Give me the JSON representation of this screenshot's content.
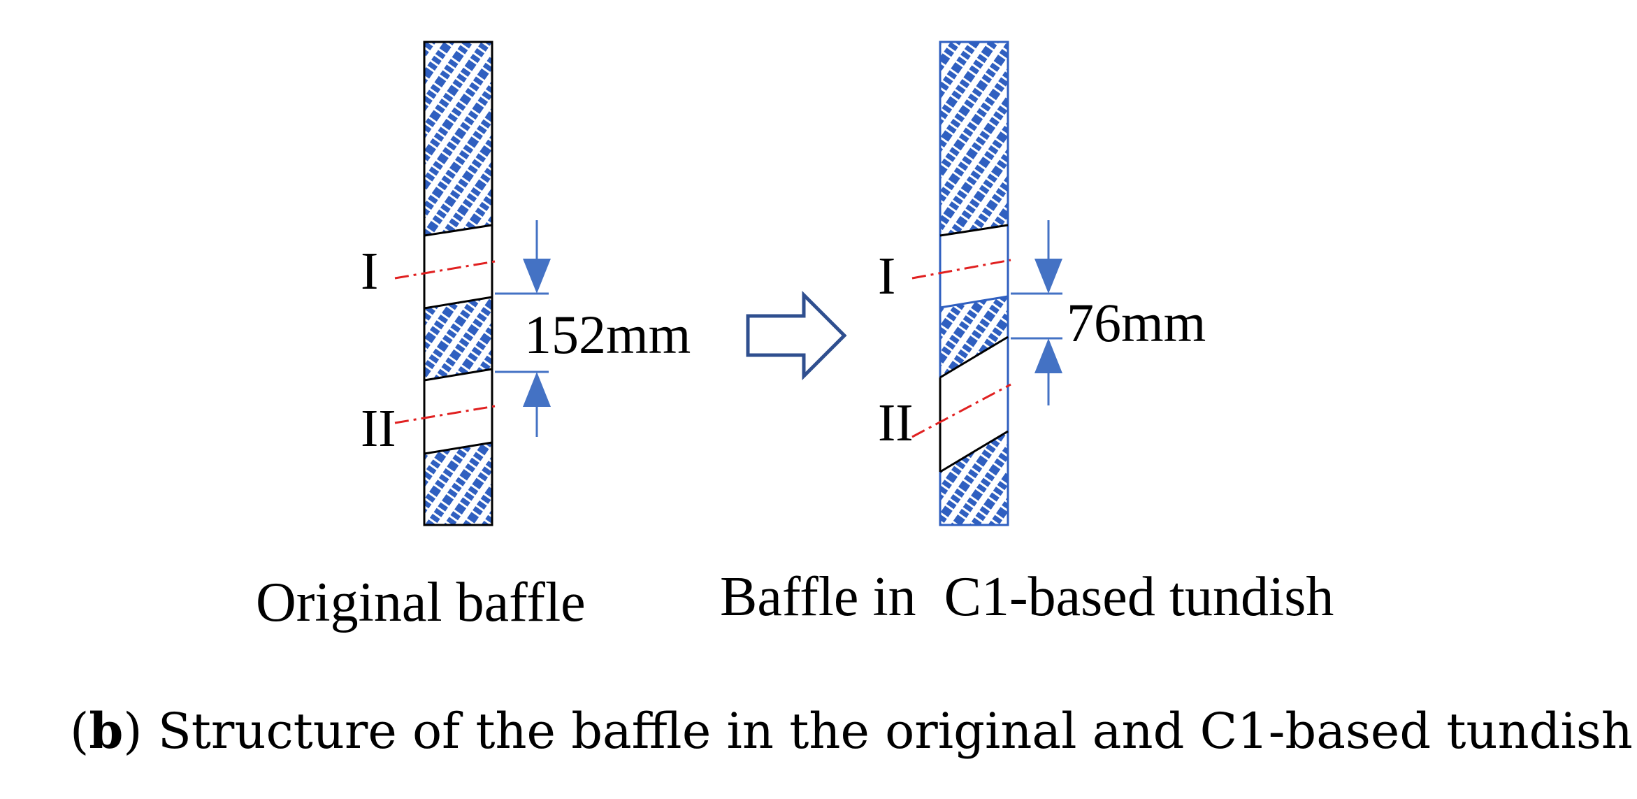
{
  "colors": {
    "hatch": "#2f5fc0",
    "outline_left": "#000000",
    "outline_right": "#2f5fc0",
    "dim_arrow": "#4472c4",
    "center_line": "#e02020",
    "big_arrow": "#2f4f8f"
  },
  "left": {
    "hole_1_label": "I",
    "hole_2_label": "II",
    "dimension": "152mm",
    "name": "Original baffle"
  },
  "right": {
    "hole_1_label": "I",
    "hole_2_label": "II",
    "dimension": "76mm",
    "name": "Baffle in  C1-based tundish"
  },
  "caption": {
    "panel": "b",
    "open_paren": "(",
    "text": ") Structure of the baffle in the original and C1-based tundish"
  }
}
